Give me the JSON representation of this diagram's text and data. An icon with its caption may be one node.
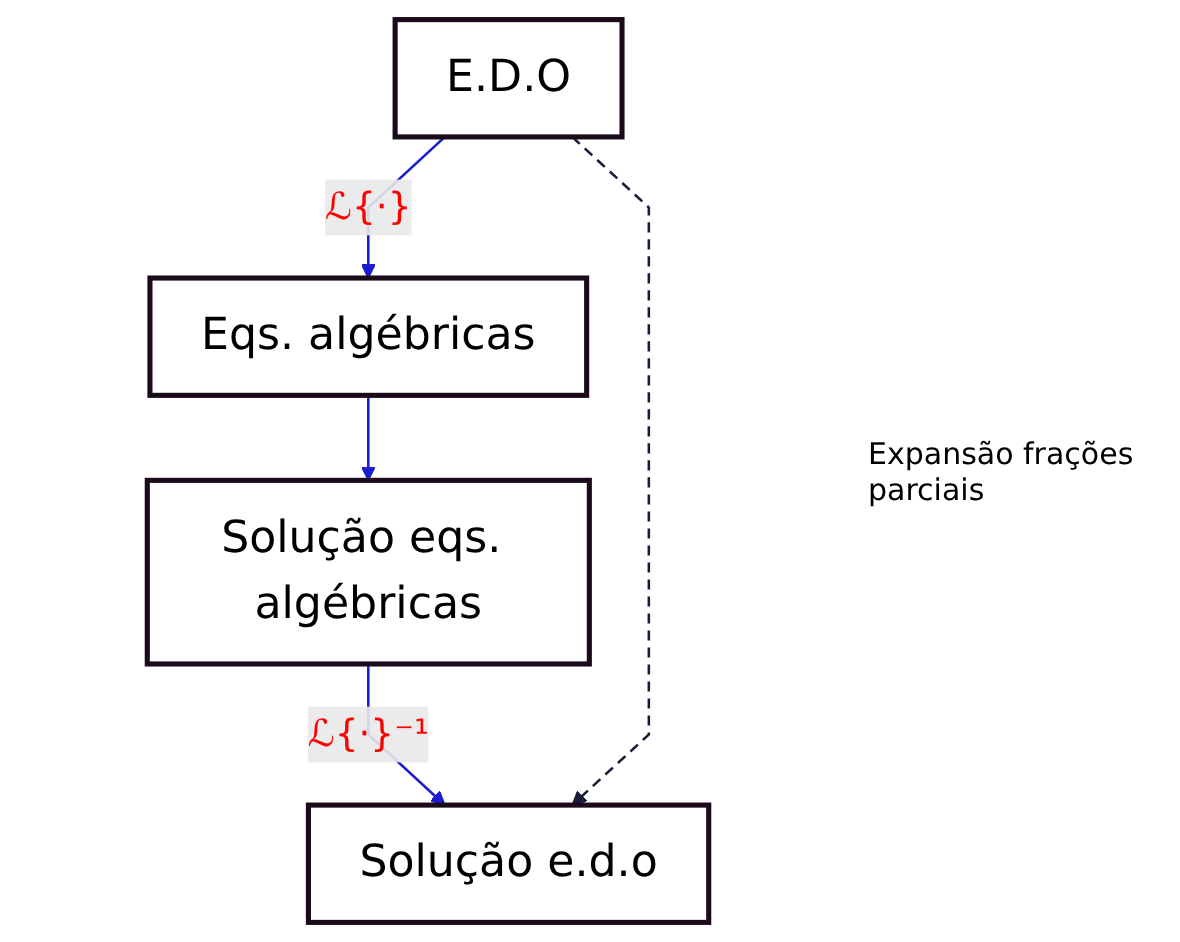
{
  "diagram": {
    "nodes": [
      {
        "text": [
          "E.D.O"
        ]
      },
      {
        "text": [
          "Eqs. algébricas"
        ]
      },
      {
        "text": [
          "Solução eqs. algébricas"
        ]
      },
      {
        "text": [
          "Solução e.d.o"
        ]
      }
    ],
    "edges": [
      {
        "from": 0,
        "to": 1,
        "arrow": "to",
        "label": "ℒ{·}",
        "color": "#1c1ccf"
      },
      {
        "from": 1,
        "to": 2,
        "arrow": "to",
        "color": "#1c1ccf"
      },
      {
        "from": 2,
        "to": 3,
        "arrow": "to",
        "label": "ℒ{·}⁻¹",
        "color": "#1c1ccf"
      },
      {
        "from": 0,
        "to": 3,
        "arrow": "to",
        "style": "dashed",
        "color": "#1a1a3a"
      }
    ],
    "labels": [
      "Expansão frações parciais"
    ]
  }
}
